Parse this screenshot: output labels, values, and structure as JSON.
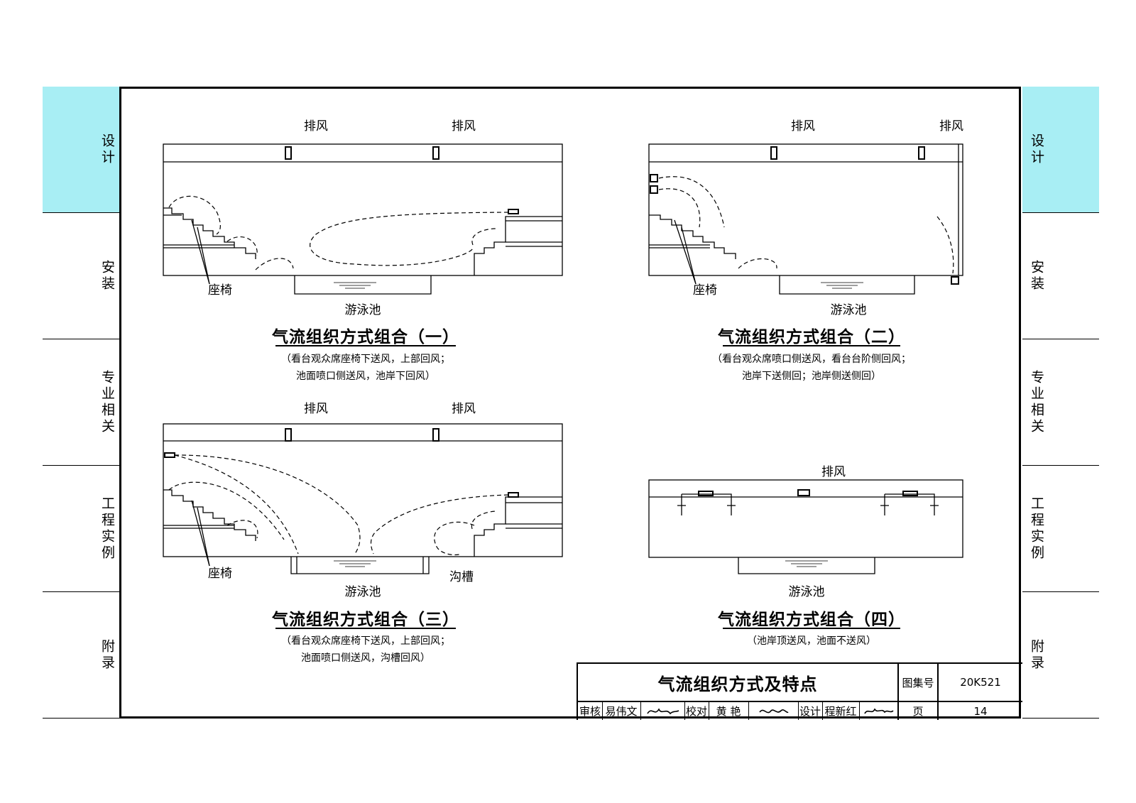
{
  "sidebar": {
    "tabs": [
      "设计",
      "安装",
      "专业相关",
      "工程实例",
      "附录"
    ]
  },
  "accent_color": "#a8eef4",
  "diagrams": {
    "d1": {
      "exhaust_left": "排风",
      "exhaust_right": "排风",
      "seat_label": "座椅",
      "pool_label": "游泳池",
      "caption": "气流组织方式组合（一）",
      "note_line1": "（看台观众席座椅下送风，上部回风；",
      "note_line2": "池面喷口侧送风，池岸下回风）"
    },
    "d2": {
      "exhaust_left": "排风",
      "exhaust_right": "排风",
      "seat_label": "座椅",
      "pool_label": "游泳池",
      "caption": "气流组织方式组合（二）",
      "note_line1": "（看台观众席喷口侧送风，看台台阶侧回风；",
      "note_line2": "池岸下送侧回；池岸侧送侧回）"
    },
    "d3": {
      "exhaust_left": "排风",
      "exhaust_right": "排风",
      "seat_label": "座椅",
      "trench_label": "沟槽",
      "pool_label": "游泳池",
      "caption": "气流组织方式组合（三）",
      "note_line1": "（看台观众席座椅下送风，上部回风；",
      "note_line2": "池面喷口侧送风，沟槽回风）"
    },
    "d4": {
      "exhaust": "排风",
      "pool_label": "游泳池",
      "caption": "气流组织方式组合（四）",
      "note_line1": "（池岸顶送风，池面不送风）"
    }
  },
  "title_block": {
    "title": "气流组织方式及特点",
    "atlas_label": "图集号",
    "atlas_no": "20K521",
    "review_label": "审核",
    "reviewer": "易伟文",
    "check_label": "校对",
    "checker": "黄 艳",
    "design_label": "设计",
    "designer": "程新红",
    "page_label": "页",
    "page_no": "14"
  }
}
